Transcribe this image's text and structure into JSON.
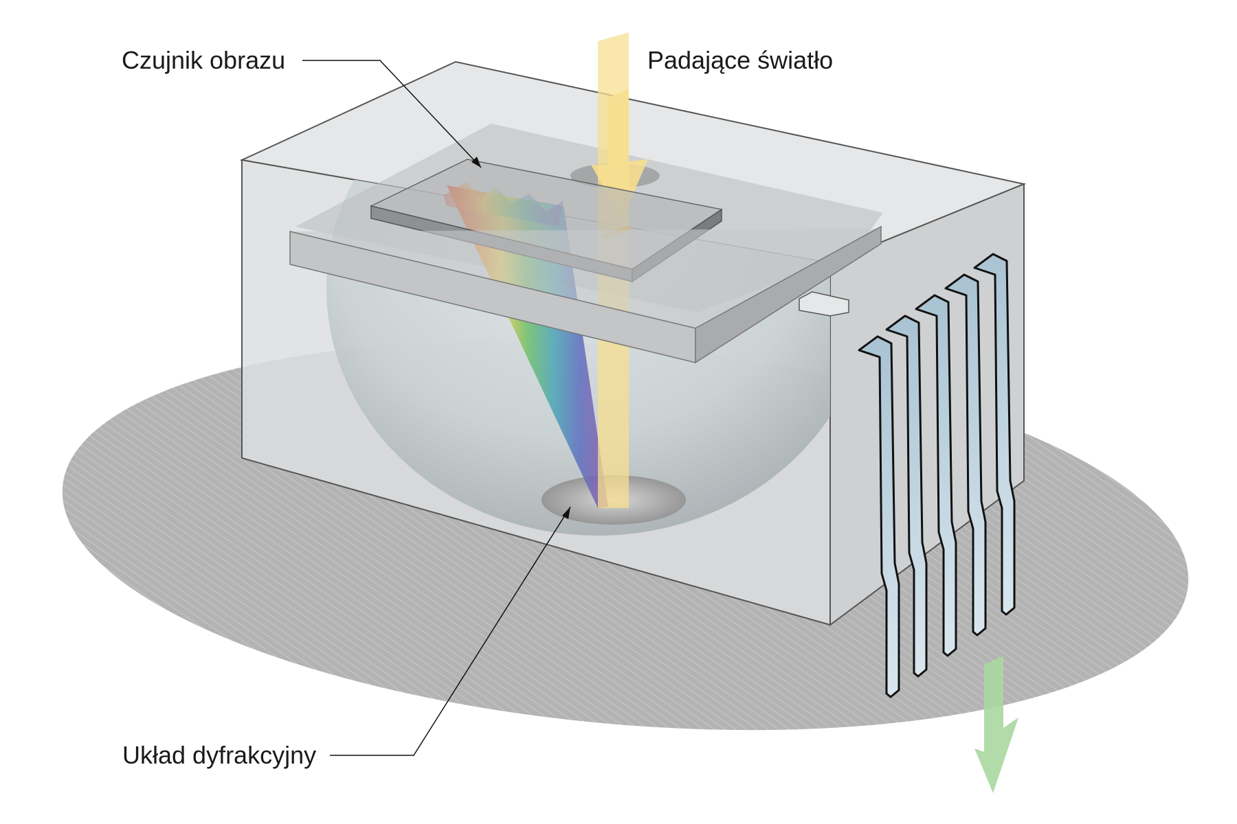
{
  "labels": {
    "image_sensor": "Czujnik obrazu",
    "incident_light": "Padające światło",
    "diffraction_grating": "Układ dyfrakcyjny"
  },
  "colors": {
    "incident_light_beam": "#f7df8f",
    "output_arrow": "#a8d7a0",
    "block_outline": "#555555",
    "shadow": "#a9a9a9",
    "pins_fill": "#b5cad6"
  }
}
